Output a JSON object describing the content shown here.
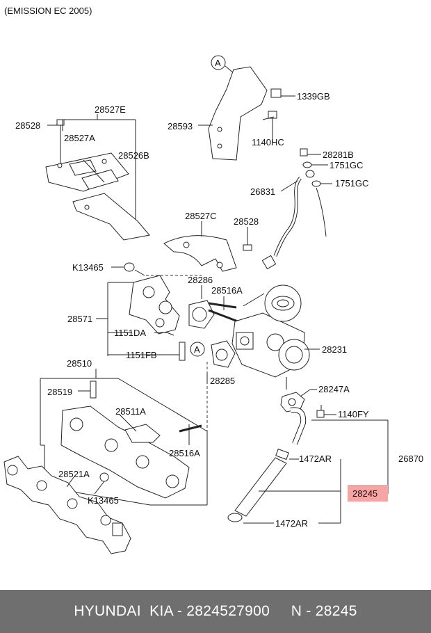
{
  "header": {
    "title": "(EMISSION EC  2005)"
  },
  "callouts": {
    "a1": "A",
    "a2": "A"
  },
  "labels": {
    "p28528_top": "28528",
    "p28527E": "28527E",
    "p28527A": "28527A",
    "p28526B": "28526B",
    "p28593": "28593",
    "p1339GB": "1339GB",
    "p1140HC": "1140HC",
    "p28281B": "28281B",
    "p1751GC_a": "1751GC",
    "p26831": "26831",
    "p1751GC_b": "1751GC",
    "p28527C": "28527C",
    "p28528_mid": "28528",
    "pK13465_top": "K13465",
    "p28286": "28286",
    "p28516A_top": "28516A",
    "p28571": "28571",
    "p1151DA": "1151DA",
    "p1151FB": "1151FB",
    "p28231": "28231",
    "p28510": "28510",
    "p28285": "28285",
    "p28247A": "28247A",
    "p28519": "28519",
    "p28511A": "28511A",
    "p1140FY": "1140FY",
    "p28516A_bot": "28516A",
    "p26870": "26870",
    "p1472AR_top": "1472AR",
    "p28521A": "28521A",
    "pK13465_bot": "K13465",
    "p28245": "28245",
    "p1472AR_bot": "1472AR"
  },
  "highlight_color": "#f6a5a5",
  "footer": {
    "brand": "HYUNDAI  KIA - 2824527900",
    "part": "N - 28245"
  }
}
